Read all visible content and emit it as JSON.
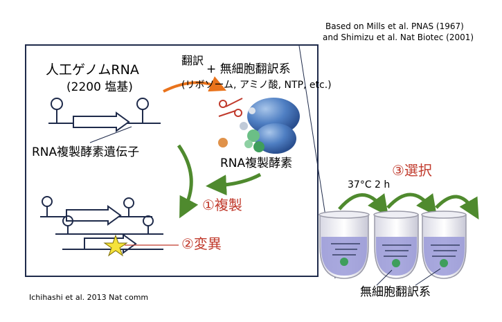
{
  "citation_top": [
    "Based on Mills et al. PNAS (1967)",
    "and Shimizu et al. Nat Biotec (2001)"
  ],
  "citation_bottom": "Ichihashi et al. 2013 Nat comm",
  "genome": {
    "title": "人工ゲノムRNA",
    "length": "(2200 塩基)",
    "gene_label": "RNA複製酵素遺伝子"
  },
  "translation": {
    "label": "翻訳",
    "system": "+ 無細胞翻訳系",
    "components": "(リボソーム, アミノ酸, NTP, etc.)"
  },
  "replicase_label": "RNA複製酵素",
  "steps": {
    "replication": "①複製",
    "mutation": "②変異",
    "selection": "③選択"
  },
  "incubation": "37°C 2 h",
  "tube_label": "無細胞翻訳系",
  "colors": {
    "step_red": "#c0392b",
    "arrow_green": "#4f8a2e",
    "arrow_orange": "#e9731c",
    "frame": "#1e2a4a",
    "rna": "#1e2a4a",
    "tube_fill": "#9a9ad8"
  }
}
